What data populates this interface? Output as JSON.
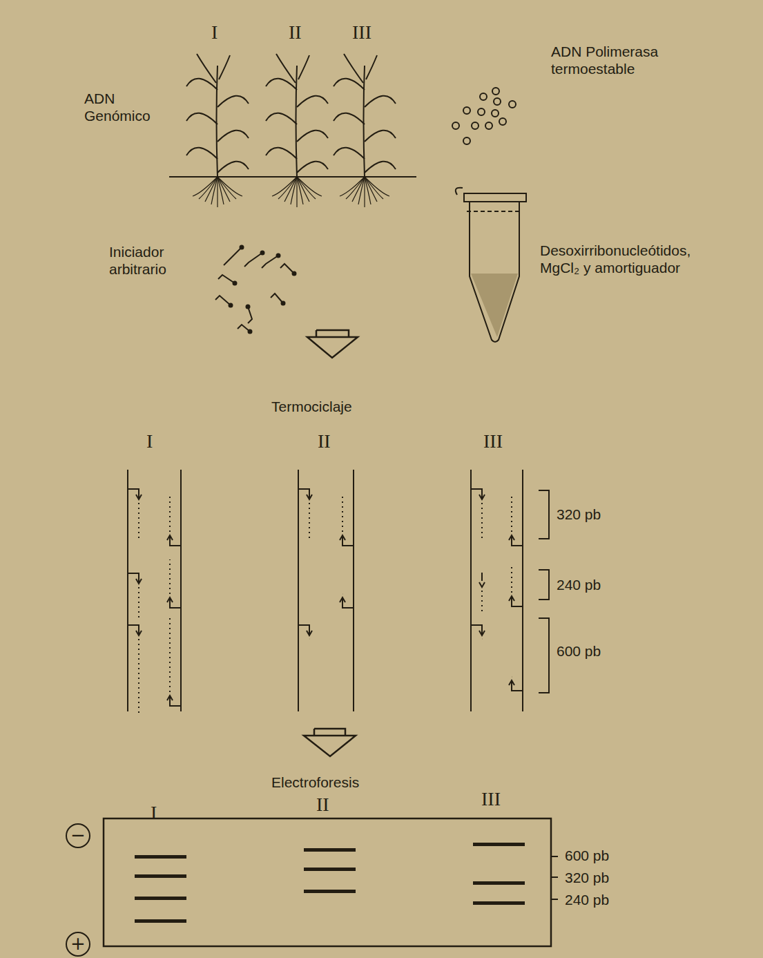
{
  "diagram": {
    "labels": [
      "I",
      "II",
      "III",
      "ADN Genómico",
      "ADN Polimerasa termoestable",
      "Iniciador arbitrario",
      "Desoxirribonucleótidos, MgCl₂ y amortiguador",
      "Termociclaje",
      "I",
      "II",
      "III",
      "320 pb",
      "240 pb",
      "600 pb",
      "Electroforesis",
      "I",
      "II",
      "III",
      "600 pb",
      "320 pb",
      "240 pb",
      "−",
      "+"
    ]
  }
}
